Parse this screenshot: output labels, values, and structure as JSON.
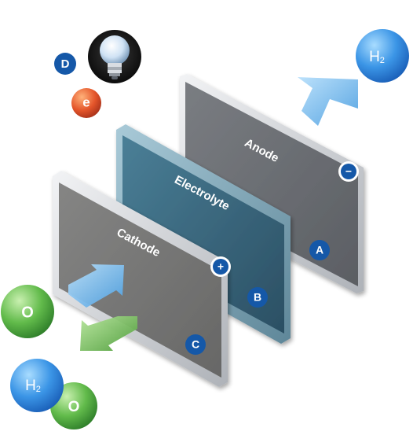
{
  "plates": {
    "anode": {
      "title": "Anode",
      "marker": "A",
      "terminal": "−"
    },
    "electrolyte": {
      "title": "Electrolyte",
      "marker": "B"
    },
    "cathode": {
      "title": "Cathode",
      "marker": "C",
      "terminal": "+"
    }
  },
  "badges": {
    "load": "D"
  },
  "molecules": {
    "hydrogen_in": {
      "label": "H",
      "sub": "2"
    },
    "oxygen_in": {
      "label": "O"
    },
    "water_out_h2": {
      "label": "H",
      "sub": "2"
    },
    "water_out_o": {
      "label": "O"
    },
    "electron": {
      "label": "e"
    }
  },
  "icons": {
    "load": "lightbulb-icon",
    "arrow_hydrogen": "arrow-left-icon",
    "arrow_oxygen": "arrow-right-icon",
    "arrow_water": "arrow-left-icon"
  },
  "colors": {
    "hydrogen": "#2f8fe0",
    "oxygen": "#5fb84a",
    "electron": "#e2562a",
    "badge": "#1558a8",
    "anode": "#6c6f74",
    "electrolyte": "#3d6a80",
    "cathode": "#767675",
    "arrow_blue": "#7cc0f0",
    "arrow_green": "#7dc45c"
  }
}
